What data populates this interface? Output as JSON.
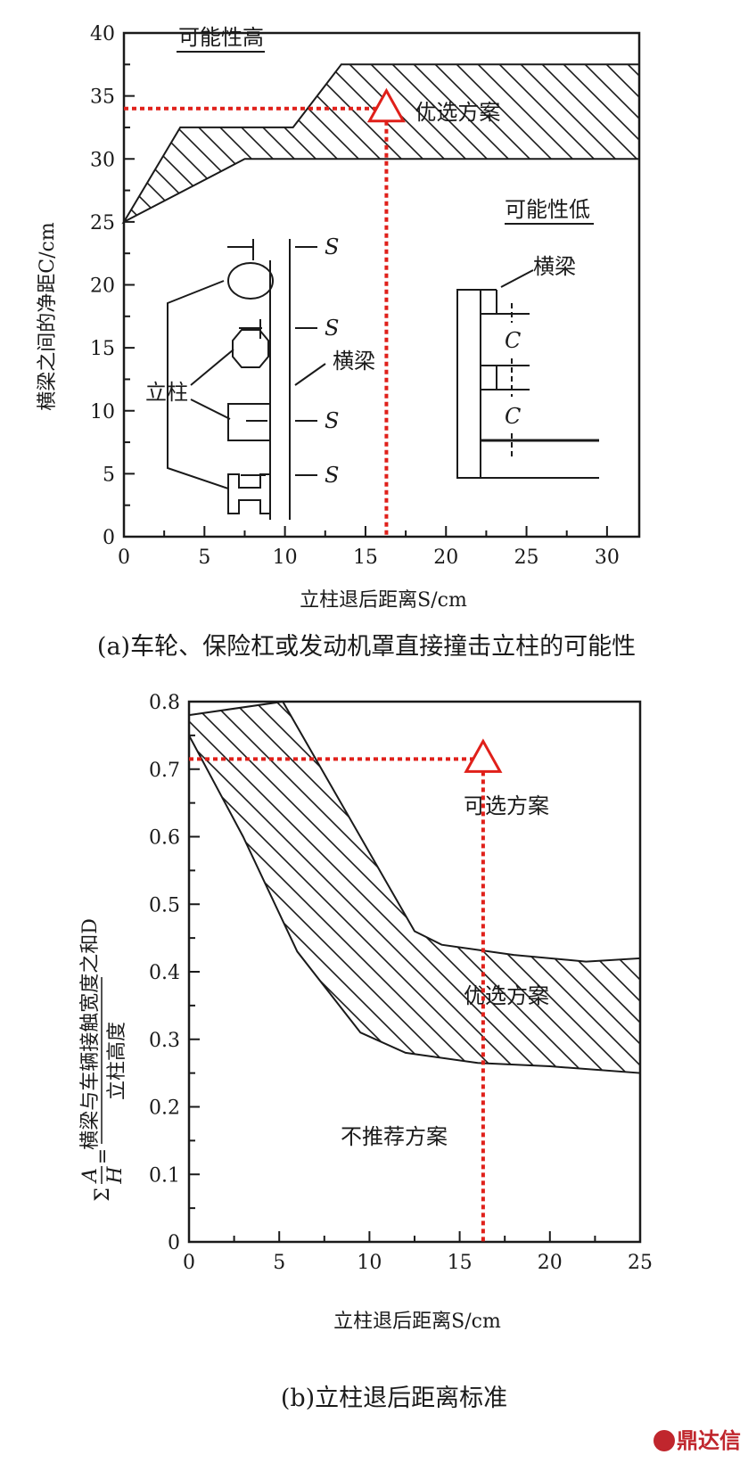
{
  "chart_data": [
    {
      "type": "area",
      "caption": "(a)车轮、保险杠或发动机罩直接撞击立柱的可能性",
      "xlabel": "立柱退后距离S/cm",
      "ylabel": "横梁之间的净距C/cm",
      "xlim": [
        0,
        32
      ],
      "ylim": [
        0,
        40
      ],
      "xticks": [
        0,
        5,
        10,
        15,
        20,
        25,
        30
      ],
      "yticks": [
        0,
        5,
        10,
        15,
        20,
        25,
        30,
        35,
        40
      ],
      "band_upper": [
        [
          0,
          25
        ],
        [
          3.5,
          32.5
        ],
        [
          10.5,
          32.5
        ],
        [
          13.5,
          37.5
        ],
        [
          32,
          37.5
        ]
      ],
      "band_lower": [
        [
          0,
          25
        ],
        [
          7.5,
          30
        ],
        [
          32,
          30
        ]
      ],
      "reference_point": {
        "x": 16.3,
        "y": 34
      },
      "annotations": {
        "high": "可能性高",
        "low": "可能性低",
        "preferred": "优选方案",
        "column": "立柱",
        "beam": "横梁",
        "beam_right": "横梁",
        "s": "S",
        "c": "C"
      }
    },
    {
      "type": "area",
      "caption": "(b)立柱退后距离标准",
      "xlabel": "立柱退后距离S/cm",
      "ylabel_prefix": "Σ",
      "ylabel_A": "A",
      "ylabel_H": "H",
      "ylabel_eq": "=",
      "ylabel_numerator": "横梁与车辆接触宽度之和D",
      "ylabel_denominator": "立柱高度",
      "xlim": [
        0,
        25
      ],
      "ylim": [
        0,
        0.8
      ],
      "xticks": [
        0,
        5,
        10,
        15,
        20,
        25
      ],
      "yticks": [
        "0",
        "0.1",
        "0.2",
        "0.3",
        "0.4",
        "0.5",
        "0.6",
        "0.7",
        "0.8"
      ],
      "band_upper": [
        [
          0,
          0.78
        ],
        [
          5.2,
          0.8
        ],
        [
          12.5,
          0.46
        ],
        [
          14,
          0.44
        ],
        [
          18,
          0.425
        ],
        [
          22,
          0.415
        ],
        [
          25,
          0.42
        ]
      ],
      "band_lower": [
        [
          0,
          0.75
        ],
        [
          3,
          0.6
        ],
        [
          6,
          0.43
        ],
        [
          9.5,
          0.31
        ],
        [
          12,
          0.28
        ],
        [
          16,
          0.265
        ],
        [
          20,
          0.26
        ],
        [
          25,
          0.25
        ]
      ],
      "reference_point": {
        "x": 16.3,
        "y": 0.715
      },
      "annotations": {
        "optional": "可选方案",
        "preferred": "优选方案",
        "not_recommended": "不推荐方案"
      }
    }
  ],
  "watermark": "鼎达信",
  "colors": {
    "reference": "#e0201a",
    "ink": "#1a1a1a"
  }
}
